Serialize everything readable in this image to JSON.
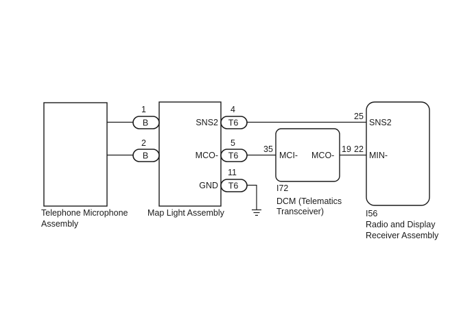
{
  "components": {
    "telephone_mic": {
      "name_line1": "Telephone Microphone",
      "name_line2": "Assembly"
    },
    "map_light": {
      "name": "Map Light Assembly",
      "pins": {
        "sns2": "SNS2",
        "mco": "MCO-",
        "gnd": "GND"
      }
    },
    "dcm": {
      "code": "I72",
      "name_line1": "DCM (Telematics",
      "name_line2": "Transceiver)",
      "pins": {
        "mci": "MCI-",
        "mco": "MCO-"
      }
    },
    "radio": {
      "code": "I56",
      "name_line1": "Radio and Display",
      "name_line2": "Receiver Assembly",
      "pins": {
        "sns2": "SNS2",
        "min": "MIN-"
      }
    }
  },
  "connectors": {
    "b_top": {
      "label": "B",
      "pin": "1"
    },
    "b_bottom": {
      "label": "B",
      "pin": "2"
    },
    "t6_sns2": {
      "label": "T6",
      "pin": "4"
    },
    "t6_mco": {
      "label": "T6",
      "pin": "5"
    },
    "t6_gnd": {
      "label": "T6",
      "pin": "11"
    }
  },
  "pin_numbers": {
    "dcm_mci": "35",
    "dcm_mco": "19",
    "radio_min": "22",
    "radio_sns2": "25"
  },
  "icons": {
    "ground": "ground-symbol-icon"
  }
}
